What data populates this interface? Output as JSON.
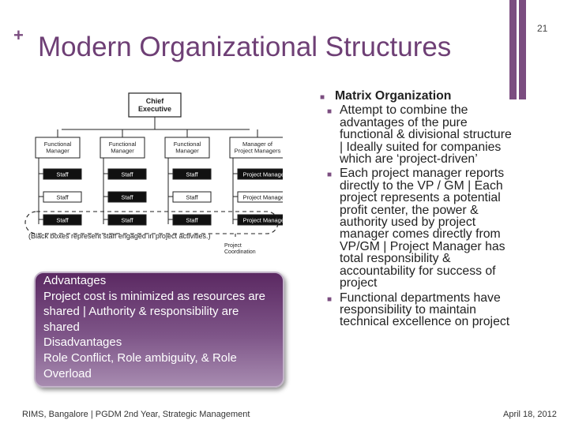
{
  "slide": {
    "number": "21",
    "title": "Modern Organizational Structures",
    "plus_mark": "+"
  },
  "chart": {
    "root": "Chief Executive",
    "columns": [
      {
        "header": "Functional Manager",
        "rows": [
          "Staff",
          "Staff",
          "Staff"
        ]
      },
      {
        "header": "Functional Manager",
        "rows": [
          "Staff",
          "Staff",
          "Staff"
        ]
      },
      {
        "header": "Functional Manager",
        "rows": [
          "Staff",
          "Staff",
          "Staff"
        ]
      },
      {
        "header": "Manager of Project Managers",
        "rows": [
          "Project Manager",
          "Project Manager",
          "Project Manager"
        ]
      }
    ],
    "note": "(Black boxes represent staff engaged in project activities.)",
    "coordination_label": "Project Coordination"
  },
  "advantages_box": {
    "lines": [
      "Advantages",
      "Project cost is minimized as resources are",
      "shared | Authority & responsibility are",
      "shared",
      "Disadvantages",
      "Role Conflict, Role ambiguity, & Role",
      "Overload"
    ]
  },
  "bullets": {
    "main": "Matrix Organization",
    "sub": [
      {
        "lines": [
          "Attempt to combine the",
          "advantages of the pure",
          "functional & divisional structure",
          "| Ideally suited for companies",
          "which are ‘project-driven’"
        ]
      },
      {
        "lines": [
          "Each project manager reports",
          "directly to the VP / GM | Each",
          "project represents a potential",
          "profit center, the power &",
          "authority used by project",
          "manager comes directly from",
          "VP/GM | Project Manager has",
          "total responsibility &",
          "accountability for success of",
          "project"
        ]
      },
      {
        "lines": [
          "Functional departments have",
          "responsibility to maintain",
          "technical excellence on project"
        ]
      }
    ]
  },
  "footer": {
    "left": "RIMS, Bangalore | PGDM 2nd Year, Strategic Management",
    "right": "April 18, 2012"
  },
  "colors": {
    "accent": "#7b4d80",
    "title": "#6e3f75"
  }
}
